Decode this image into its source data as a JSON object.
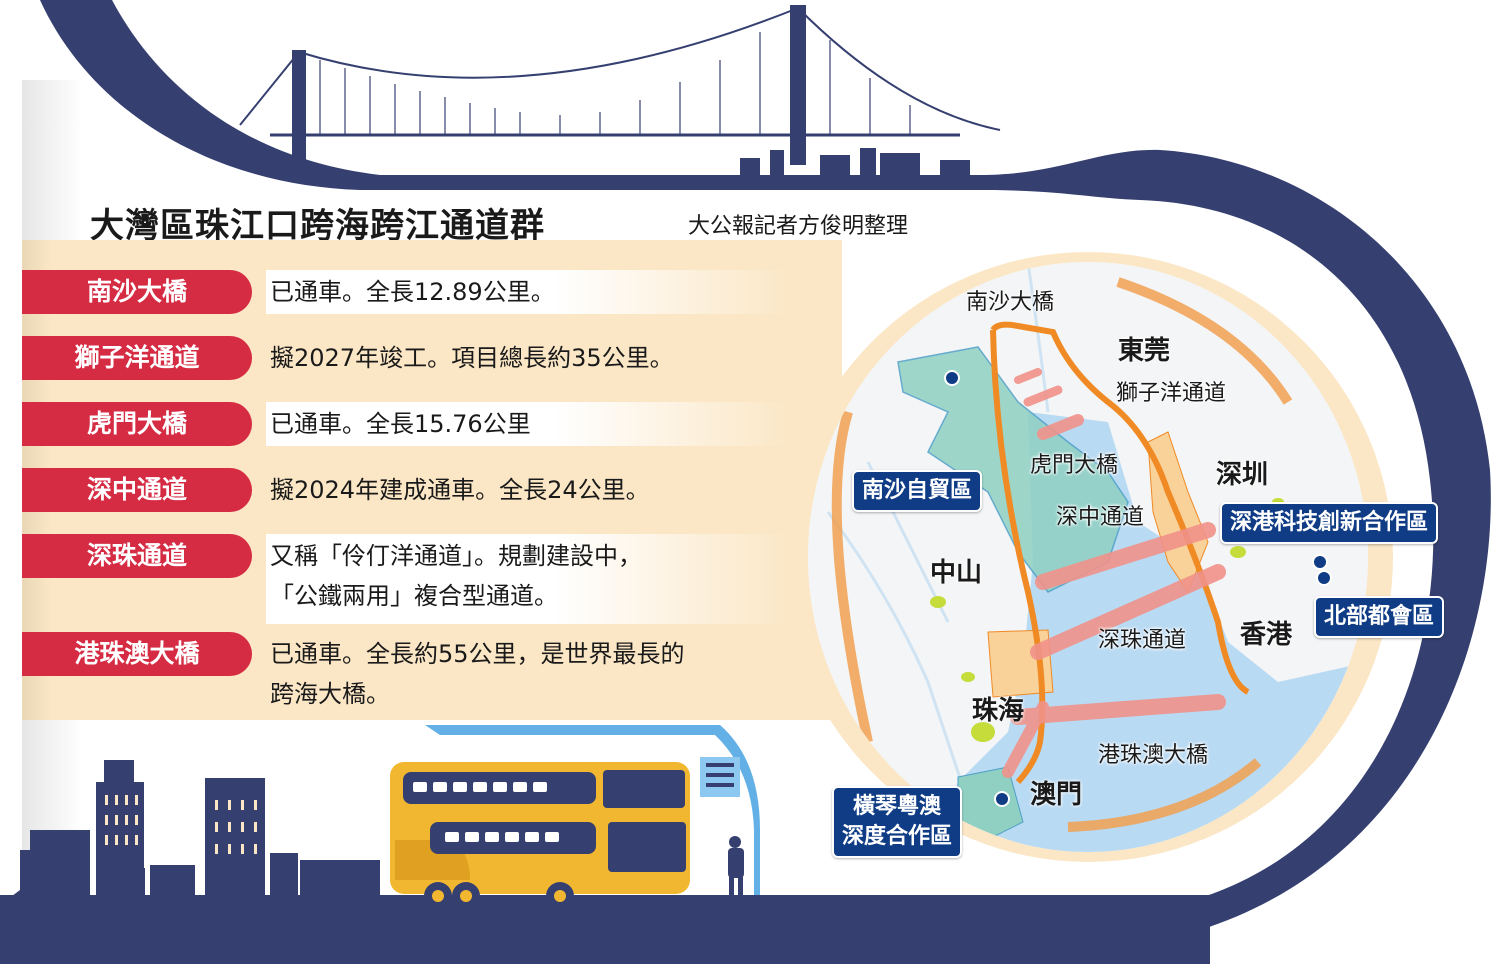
{
  "header": {
    "title": "大灣區珠江口跨海跨江通道群",
    "byline": "大公報記者方俊明整理"
  },
  "crossings": [
    {
      "name": "南沙大橋",
      "description": "已通車。全長12.89公里。"
    },
    {
      "name": "獅子洋通道",
      "description": "擬2027年竣工。項目總長約35公里。"
    },
    {
      "name": "虎門大橋",
      "description": "已通車。全長15.76公里"
    },
    {
      "name": "深中通道",
      "description": "擬2024年建成通車。全長24公里。"
    },
    {
      "name": "深珠通道",
      "description_line1": "又稱「伶仃洋通道」。規劃建設中，",
      "description_line2": "「公鐵兩用」複合型通道。"
    },
    {
      "name": "港珠澳大橋",
      "description_line1": "已通車。全長約55公里，是世界最長的",
      "description_line2": "跨海大橋。"
    }
  ],
  "map": {
    "crossing_labels": {
      "nansha_bridge": "南沙大橋",
      "shiziyang": "獅子洋通道",
      "humen": "虎門大橋",
      "shenzhong": "深中通道",
      "shenzhu": "深珠通道",
      "hzmb": "港珠澳大橋"
    },
    "cities": {
      "dongguan": "東莞",
      "shenzhen": "深圳",
      "zhongshan": "中山",
      "hongkong": "香港",
      "zhuhai": "珠海",
      "macau": "澳門"
    },
    "zones": {
      "nansha": "南沙自貿區",
      "shenzhen_hk": "深港科技創新合作區",
      "northern_metro": "北部都會區",
      "hengqin_line1": "橫琴粵澳",
      "hengqin_line2": "深度合作區"
    }
  },
  "colors": {
    "navy": "#353f70",
    "red_tag": "#d52b43",
    "cream": "#fbe7c6",
    "zone_blue": "#0f3c85",
    "ring_orange": "#f08a24",
    "bus_yellow": "#f2b731",
    "water_blue": "#b9daf3",
    "green_zone": "#8fd0c2"
  }
}
